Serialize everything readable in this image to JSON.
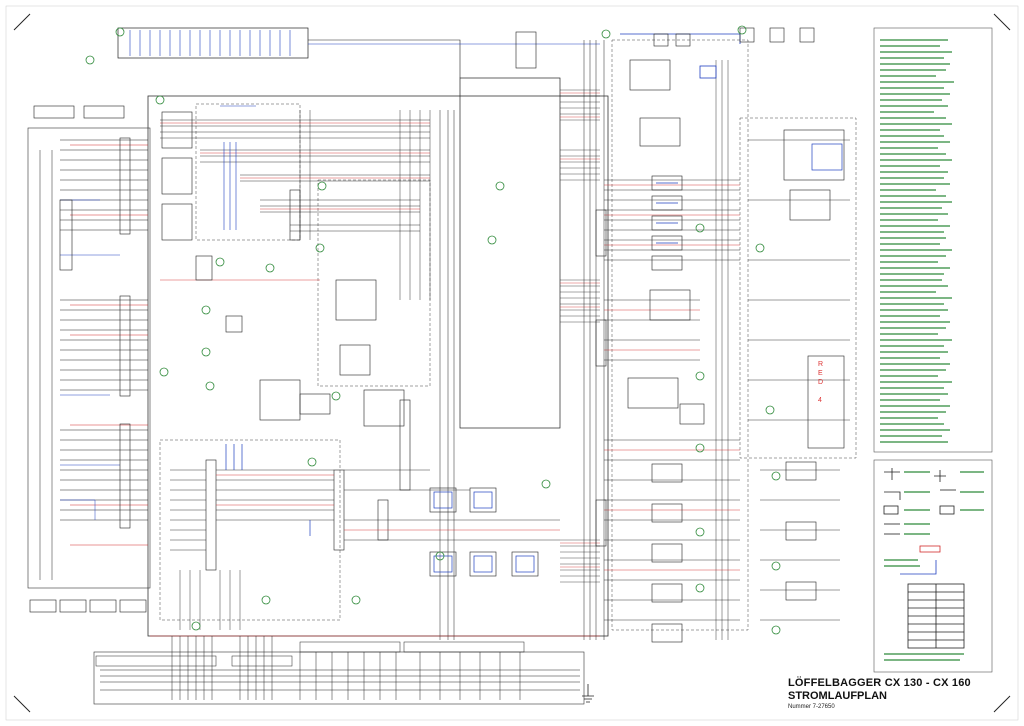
{
  "diagram": {
    "title_line1": "LÖFFELBAGGER CX 130 - CX 160",
    "title_line2": "STROMLAUFPLAN",
    "document_number": "Nummer 7-27650",
    "red_vertical_label": "R\nE\nD\n\n4"
  },
  "colors": {
    "wire_black": "#222222",
    "wire_red": "#d22a2a",
    "wire_blue": "#2040c0",
    "component_green": "#2f8a3a",
    "background": "#ffffff"
  }
}
